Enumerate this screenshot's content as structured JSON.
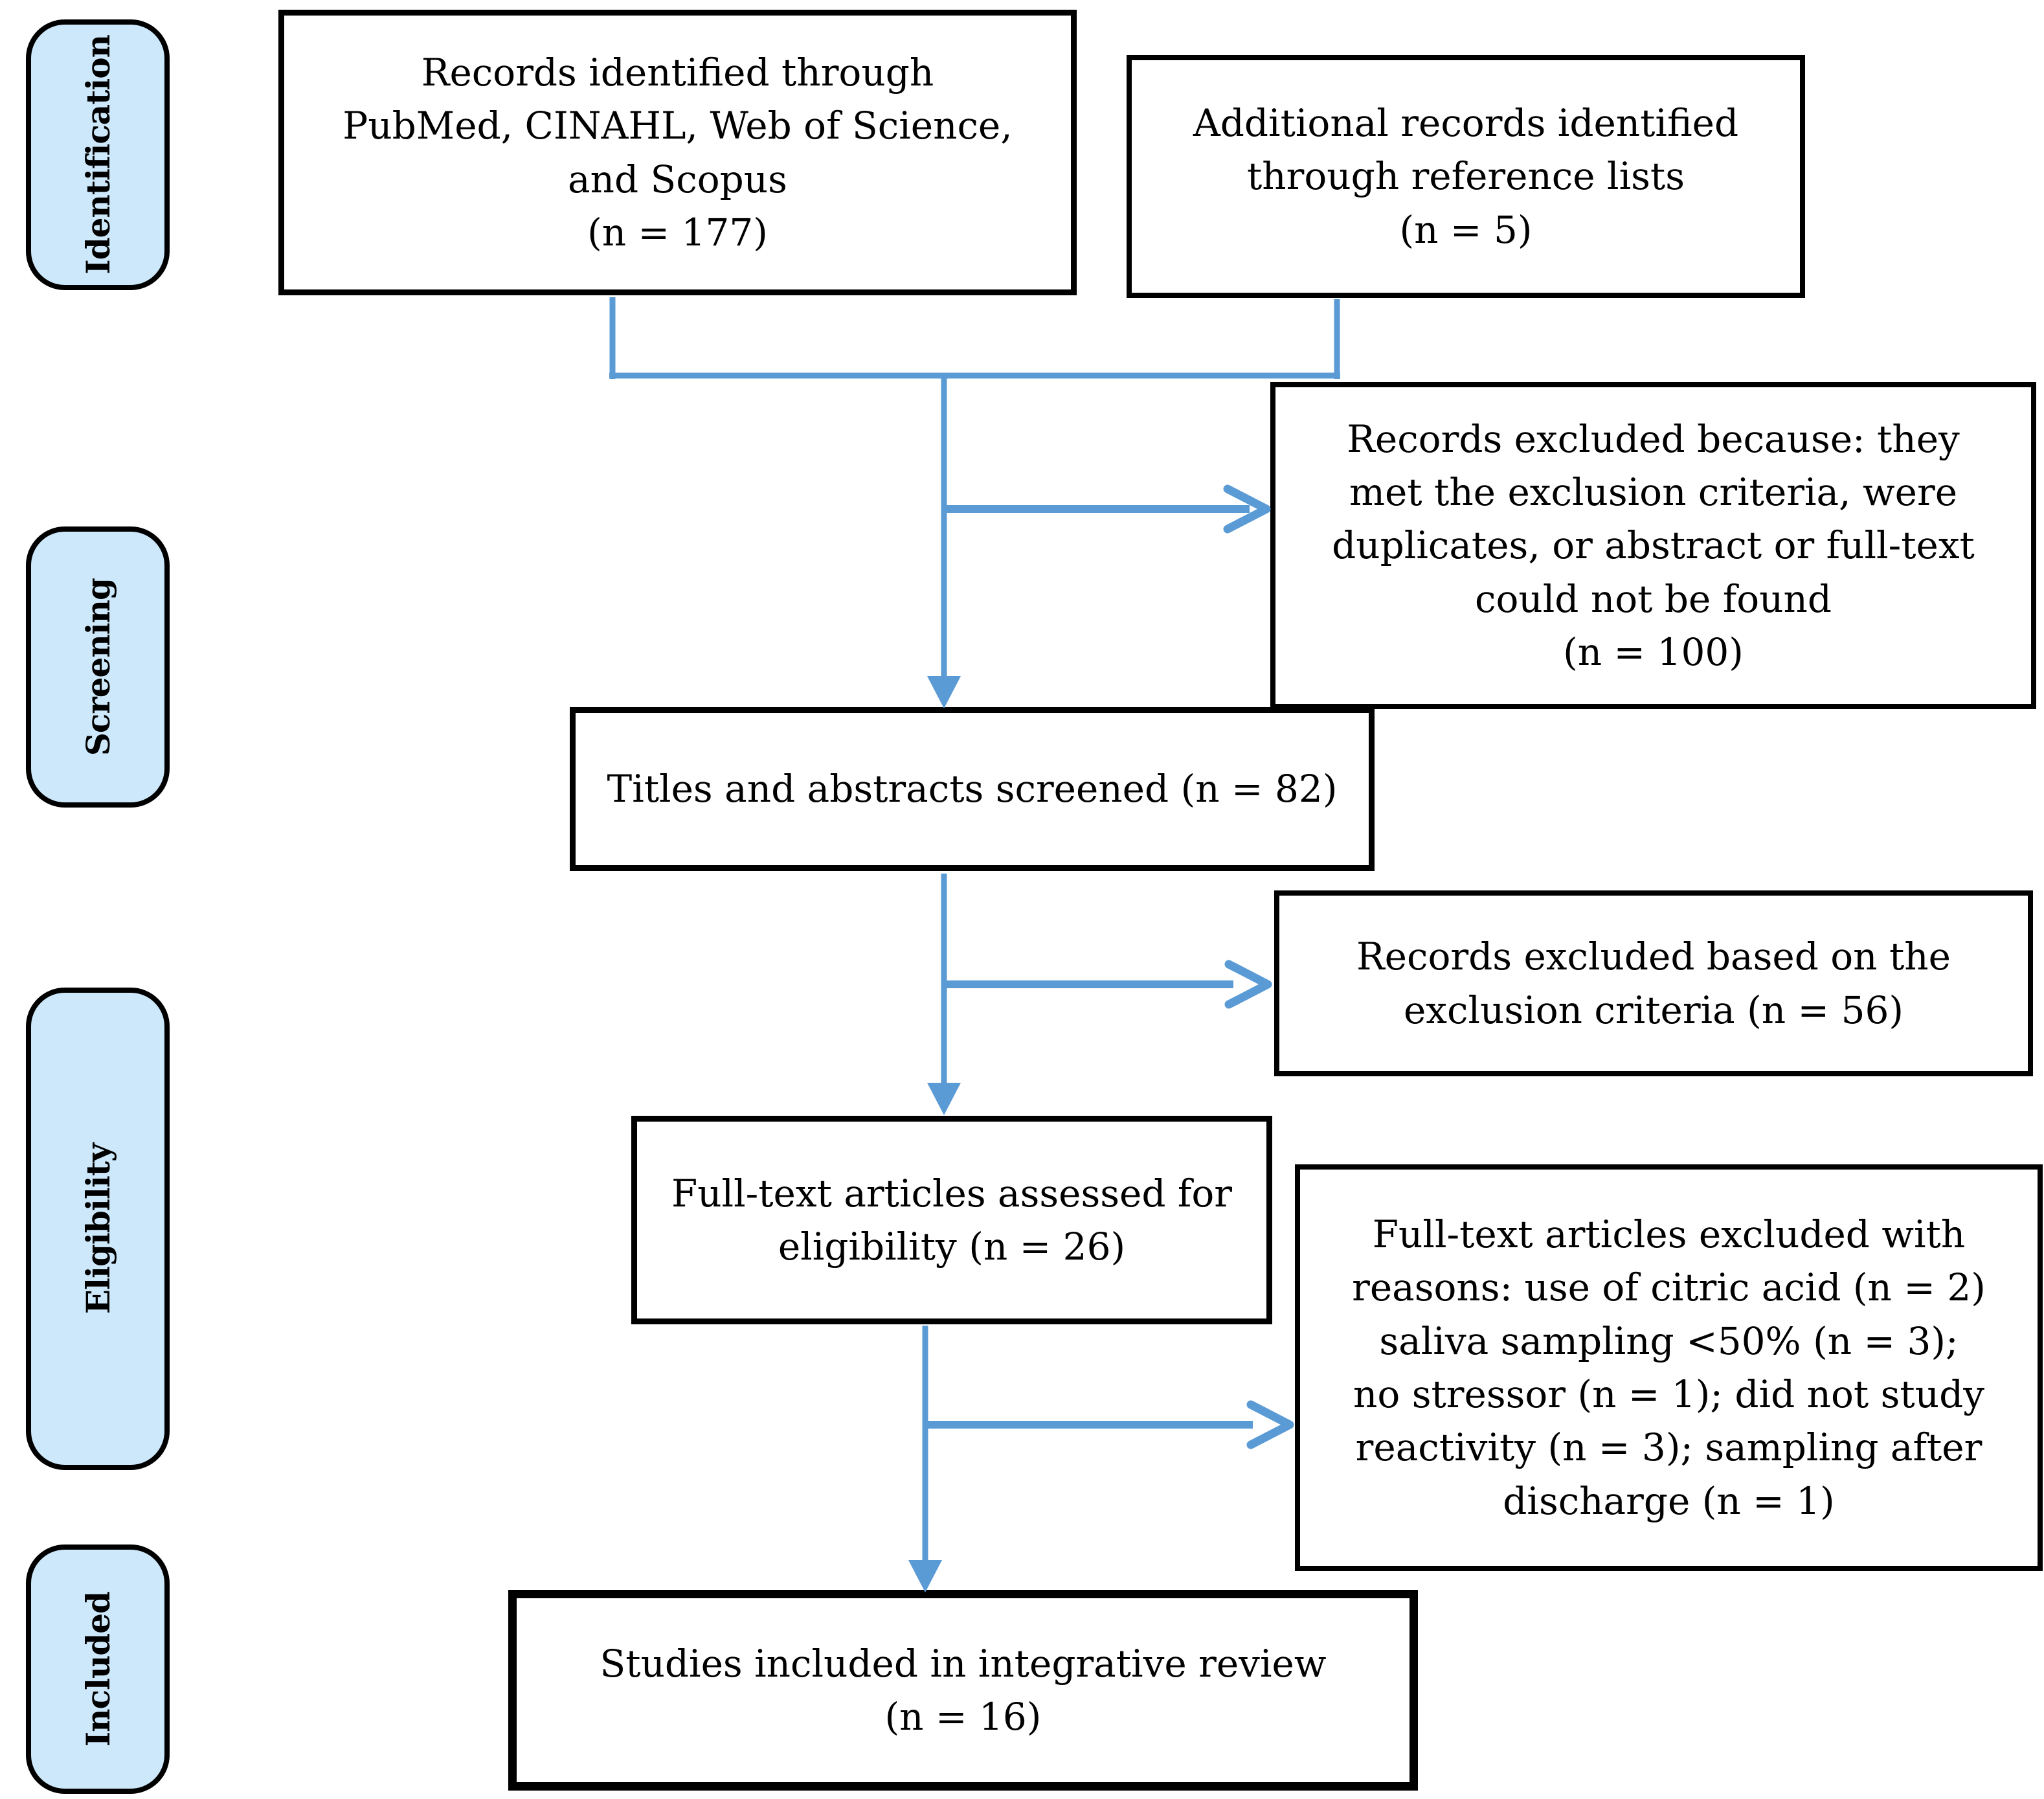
{
  "colors": {
    "arrow_blue": "#5b9bd5",
    "stage_fill": "#cde8fa",
    "border_black": "#000000",
    "background": "#ffffff"
  },
  "stages": [
    {
      "label": "Identification"
    },
    {
      "label": "Screening"
    },
    {
      "label": "Eligibility"
    },
    {
      "label": "Included"
    }
  ],
  "boxes": {
    "records_identified": {
      "lines": [
        "Records identified through",
        "PubMed, CINAHL, Web of Science,",
        "and Scopus",
        "(n = 177)"
      ]
    },
    "additional_records": {
      "lines": [
        "Additional records identified",
        "through reference lists",
        "(n = 5)"
      ]
    },
    "records_excluded_screening": {
      "lines": [
        "Records excluded because: they",
        "met the exclusion criteria, were",
        "duplicates, or abstract or full-text",
        "could not be found",
        "(n = 100)"
      ]
    },
    "titles_abstracts_screened": {
      "lines": [
        "Titles and abstracts screened (n = 82)"
      ]
    },
    "records_excluded_criteria": {
      "lines": [
        "Records excluded based on the",
        "exclusion criteria (n = 56)"
      ]
    },
    "fulltext_assessed": {
      "lines": [
        "Full-text articles assessed for",
        "eligibility (n = 26)"
      ]
    },
    "fulltext_excluded": {
      "lines": [
        "Full-text articles excluded with",
        "reasons: use of citric acid (n = 2)",
        "saliva sampling <50% (n = 3);",
        "no stressor (n = 1); did not study",
        "reactivity (n = 3); sampling after",
        "discharge (n = 1)"
      ]
    },
    "studies_included": {
      "lines": [
        "Studies included in integrative review",
        "(n = 16)"
      ]
    }
  }
}
